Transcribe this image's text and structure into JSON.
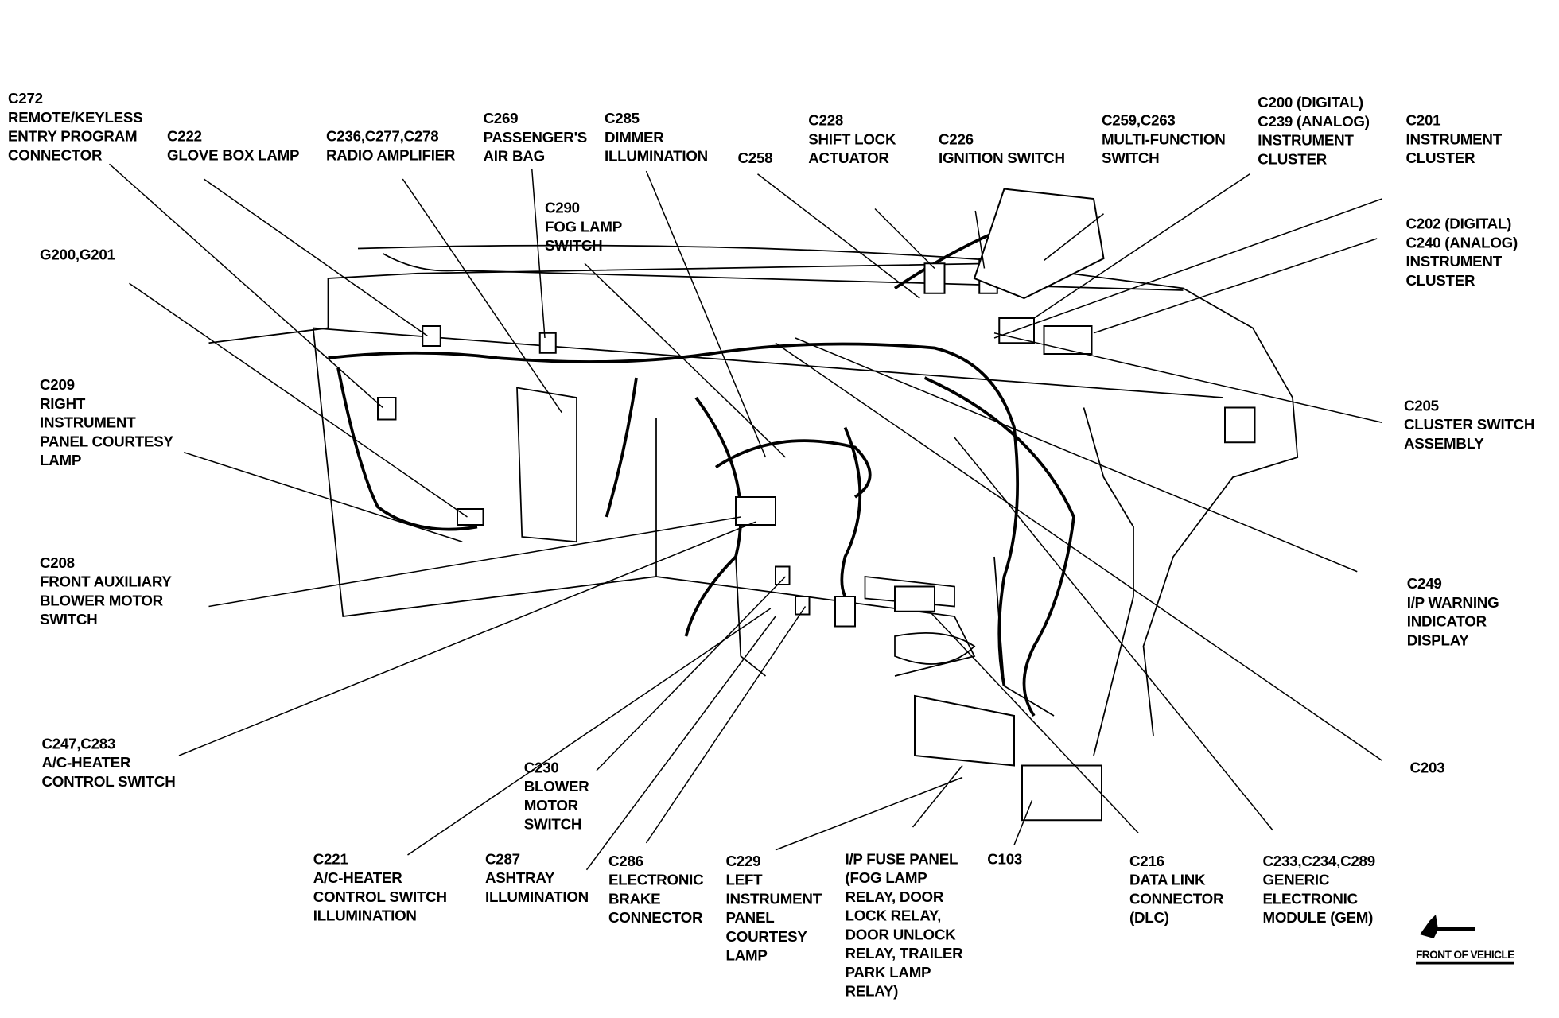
{
  "labels": [
    {
      "id": "c272",
      "lines": [
        "C272",
        "REMOTE/KEYLESS",
        "ENTRY PROGRAM",
        "CONNECTOR"
      ]
    },
    {
      "id": "c222",
      "lines": [
        "C222",
        "GLOVE BOX LAMP"
      ]
    },
    {
      "id": "c236",
      "lines": [
        "C236,C277,C278",
        "RADIO AMPLIFIER"
      ]
    },
    {
      "id": "c269",
      "lines": [
        "C269",
        "PASSENGER'S",
        "AIR BAG"
      ]
    },
    {
      "id": "c285",
      "lines": [
        "C285",
        "DIMMER",
        "ILLUMINATION"
      ]
    },
    {
      "id": "c258",
      "lines": [
        "C258"
      ]
    },
    {
      "id": "c290",
      "lines": [
        "C290",
        "FOG LAMP",
        "SWITCH"
      ]
    },
    {
      "id": "c228",
      "lines": [
        "C228",
        "SHIFT LOCK",
        "ACTUATOR"
      ]
    },
    {
      "id": "c226",
      "lines": [
        "C226",
        "IGNITION SWITCH"
      ]
    },
    {
      "id": "c259",
      "lines": [
        "C259,C263",
        "MULTI-FUNCTION",
        "SWITCH"
      ]
    },
    {
      "id": "c200",
      "lines": [
        "C200 (DIGITAL)",
        "C239 (ANALOG)",
        "INSTRUMENT",
        "CLUSTER"
      ]
    },
    {
      "id": "c201",
      "lines": [
        "C201",
        "INSTRUMENT",
        "CLUSTER"
      ]
    },
    {
      "id": "c202",
      "lines": [
        "C202 (DIGITAL)",
        "C240 (ANALOG)",
        "INSTRUMENT",
        "CLUSTER"
      ]
    },
    {
      "id": "g200",
      "lines": [
        "G200,G201"
      ]
    },
    {
      "id": "c209",
      "lines": [
        "C209",
        "RIGHT",
        "INSTRUMENT",
        "PANEL COURTESY",
        "LAMP"
      ]
    },
    {
      "id": "c205",
      "lines": [
        "C205",
        "CLUSTER SWITCH",
        "ASSEMBLY"
      ]
    },
    {
      "id": "c208",
      "lines": [
        "C208",
        "FRONT AUXILIARY",
        "BLOWER MOTOR",
        "SWITCH"
      ]
    },
    {
      "id": "c249",
      "lines": [
        "C249",
        "I/P WARNING",
        "INDICATOR",
        "DISPLAY"
      ]
    },
    {
      "id": "c247",
      "lines": [
        "C247,C283",
        "A/C-HEATER",
        "CONTROL SWITCH"
      ]
    },
    {
      "id": "c203",
      "lines": [
        "C203"
      ]
    },
    {
      "id": "c230",
      "lines": [
        "C230",
        "BLOWER",
        "MOTOR",
        "SWITCH"
      ]
    },
    {
      "id": "c221",
      "lines": [
        "C221",
        "A/C-HEATER",
        "CONTROL SWITCH",
        "ILLUMINATION"
      ]
    },
    {
      "id": "c287",
      "lines": [
        "C287",
        "ASHTRAY",
        "ILLUMINATION"
      ]
    },
    {
      "id": "c286",
      "lines": [
        "C286",
        "ELECTRONIC",
        "BRAKE",
        "CONNECTOR"
      ]
    },
    {
      "id": "c229",
      "lines": [
        "C229",
        "LEFT",
        "INSTRUMENT",
        "PANEL",
        "COURTESY",
        "LAMP"
      ]
    },
    {
      "id": "fuse",
      "lines": [
        "I/P FUSE PANEL",
        "(FOG LAMP",
        "RELAY, DOOR",
        "LOCK RELAY,",
        "DOOR UNLOCK",
        "RELAY, TRAILER",
        "PARK LAMP",
        "RELAY)"
      ]
    },
    {
      "id": "c103",
      "lines": [
        "C103"
      ]
    },
    {
      "id": "c216",
      "lines": [
        "C216",
        "DATA LINK",
        "CONNECTOR",
        "(DLC)"
      ]
    },
    {
      "id": "c233",
      "lines": [
        "C233,C234,C289",
        "GENERIC",
        "ELECTRONIC",
        "MODULE (GEM)"
      ]
    }
  ],
  "front_of_vehicle": {
    "label": "FRONT OF VEHICLE",
    "icon": "front-arrow-icon"
  }
}
